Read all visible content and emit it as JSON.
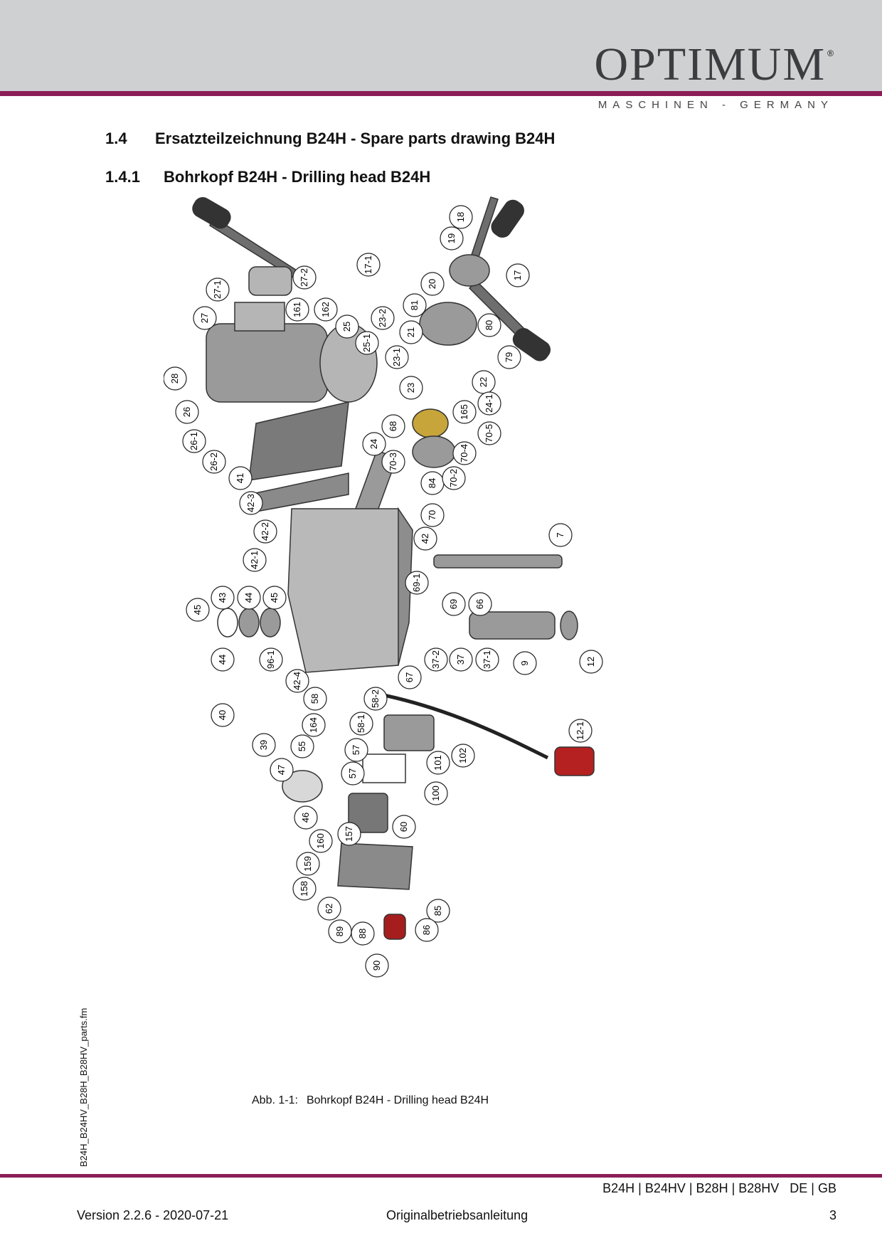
{
  "header": {
    "brand": "OPTIMUM",
    "brand_mark": "®",
    "brand_tagline": "MASCHINEN - GERMANY",
    "accent_color": "#8c1d57"
  },
  "heading1": {
    "number": "1.4",
    "text": "Ersatzteilzeichnung B24H - Spare parts drawing B24H"
  },
  "heading2": {
    "number": "1.4.1",
    "text": "Bohrkopf B24H - Drilling head B24H"
  },
  "drawing": {
    "part_labels": [
      "18",
      "19",
      "17-1",
      "17",
      "20",
      "81",
      "80",
      "79",
      "27-2",
      "27-1",
      "27",
      "161",
      "162",
      "25",
      "25-1",
      "23-2",
      "21",
      "23-1",
      "28",
      "23",
      "22",
      "24-1",
      "26",
      "165",
      "26-1",
      "68",
      "70-5",
      "24",
      "70-4",
      "26-2",
      "70-3",
      "41",
      "84",
      "70-2",
      "42-3",
      "70",
      "42-2",
      "42",
      "7",
      "42-1",
      "69-1",
      "45",
      "43",
      "44",
      "45",
      "69",
      "66",
      "44",
      "96-1",
      "37-2",
      "37",
      "37-1",
      "9",
      "12",
      "67",
      "42-4",
      "58",
      "58-2",
      "40",
      "164",
      "58-1",
      "12-1",
      "39",
      "55",
      "57",
      "102",
      "47",
      "57",
      "101",
      "100",
      "46",
      "157",
      "60",
      "160",
      "159",
      "158",
      "62",
      "85",
      "89",
      "88",
      "86",
      "90"
    ]
  },
  "caption": {
    "label": "Abb. 1-1:",
    "text": "Bohrkopf B24H - Drilling head B24H"
  },
  "sidebar_text": "B24H_B24HV_B28H_B28HV_parts.fm",
  "footer": {
    "models": "B24H | B24HV | B28H | B28HV",
    "lang": "DE | GB",
    "version": "Version 2.2.6 - 2020-07-21",
    "document": "Originalbetriebsanleitung",
    "page": "3"
  }
}
